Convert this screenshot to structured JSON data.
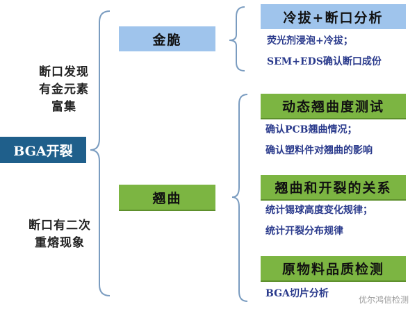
{
  "root": {
    "label": "BGA开裂"
  },
  "left_notes": [
    {
      "lines": [
        "断口发现",
        "有金元素",
        "富集"
      ]
    },
    {
      "lines": [
        "断口有二次",
        "重熔现象"
      ]
    }
  ],
  "causes": [
    {
      "label": "金脆",
      "methods": [
        {
          "title": "冷拔+断口分析",
          "details": [
            "荧光剂浸泡+冷拔；",
            "SEM+EDS确认断口成份"
          ]
        }
      ]
    },
    {
      "label": "翘曲",
      "methods": [
        {
          "title": "动态翘曲度测试",
          "details": [
            "确认PCB翘曲情况；",
            "确认塑料件对翘曲的影响"
          ]
        },
        {
          "title": "翘曲和开裂的关系",
          "details": [
            "统计锡球高度变化规律；",
            "统计开裂分布规律"
          ]
        },
        {
          "title": "原物料品质检测",
          "details": [
            "BGA切片分析"
          ]
        }
      ]
    }
  ],
  "watermark": "优尔鸿信检测",
  "colors": {
    "root_fill": "#1f5f8b",
    "cause_gold_fill": "#9fc4ec",
    "cause_warp_fill": "#9fc4ec",
    "method_gold_fill": "#9fc4ec",
    "method_warp_fill": "#7cb542",
    "detail_text": "#2a3a8c",
    "bracket_line": "#7a9cc0"
  }
}
